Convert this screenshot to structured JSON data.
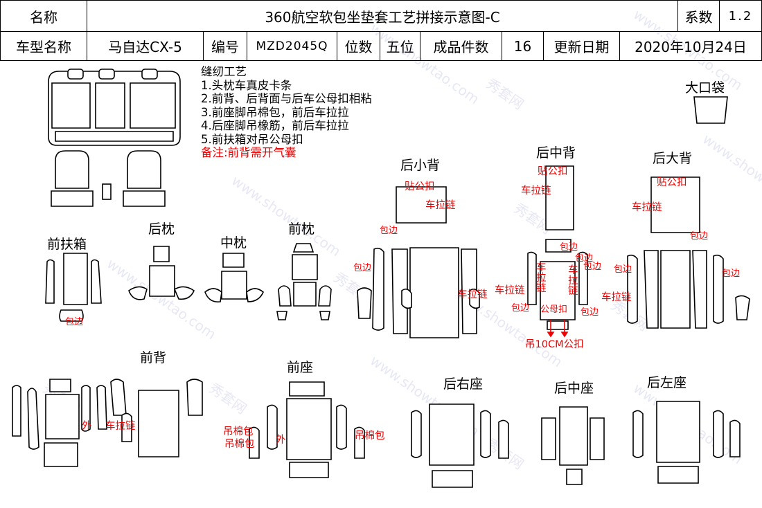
{
  "header": {
    "name_label": "名称",
    "title": "360航空软包坐垫套工艺拼接示意图-C",
    "coef_label": "系数",
    "coef_value": "1.2",
    "model_label": "车型名称",
    "model_value": "马自达CX-5",
    "code_label": "编号",
    "code_value": "MZD2045Q",
    "seats_label": "位数",
    "seats_value": "五位",
    "pieces_label": "成品件数",
    "pieces_value": "16",
    "update_label": "更新日期",
    "update_value": "2020年10月24日"
  },
  "notes": {
    "title": "缝纫工艺",
    "items": [
      "1.头枕车真皮卡条",
      "2.前背、后背面与后车公母扣相粘",
      "3.前座脚吊棉包，前后车拉拉",
      "4.后座脚吊橡筋，前后车拉拉",
      "5.前扶箱对吊公母扣"
    ],
    "remark": "备注:前背需开气囊"
  },
  "sections": {
    "front_armrest": "前扶箱",
    "rear_headrest": "后枕",
    "middle_headrest": "中枕",
    "front_headrest": "前枕",
    "rear_small_back": "后小背",
    "rear_middle_back": "后中背",
    "rear_large_back": "后大背",
    "big_pocket": "大口袋",
    "front_back": "前背",
    "front_seat": "前座",
    "rear_right_seat": "后右座",
    "rear_middle_seat": "后中座",
    "rear_left_seat": "后左座"
  },
  "annotations": {
    "edge_binding": "包边",
    "paste_snap": "贴公扣",
    "zipper": "车拉链",
    "outer": "外",
    "hang_cotton": "吊棉包",
    "snap_pair": "公母扣",
    "hang_10cm": "吊10CM公扣",
    "zip_vertical": "车拉链"
  },
  "watermark": {
    "site": "www.showtao.com",
    "brand": "秀套网"
  }
}
